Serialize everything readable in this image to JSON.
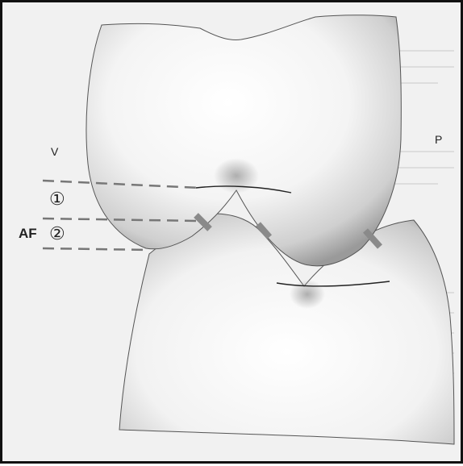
{
  "diagram": {
    "left_side_label": "V",
    "right_side_label": "P",
    "zone_1_label": "①",
    "zone_2_label": "②",
    "bracket_label": "AF",
    "contact_marker_color": "#8a8a8a",
    "dashed_line_color": "#777777",
    "background_text_visible": true
  }
}
